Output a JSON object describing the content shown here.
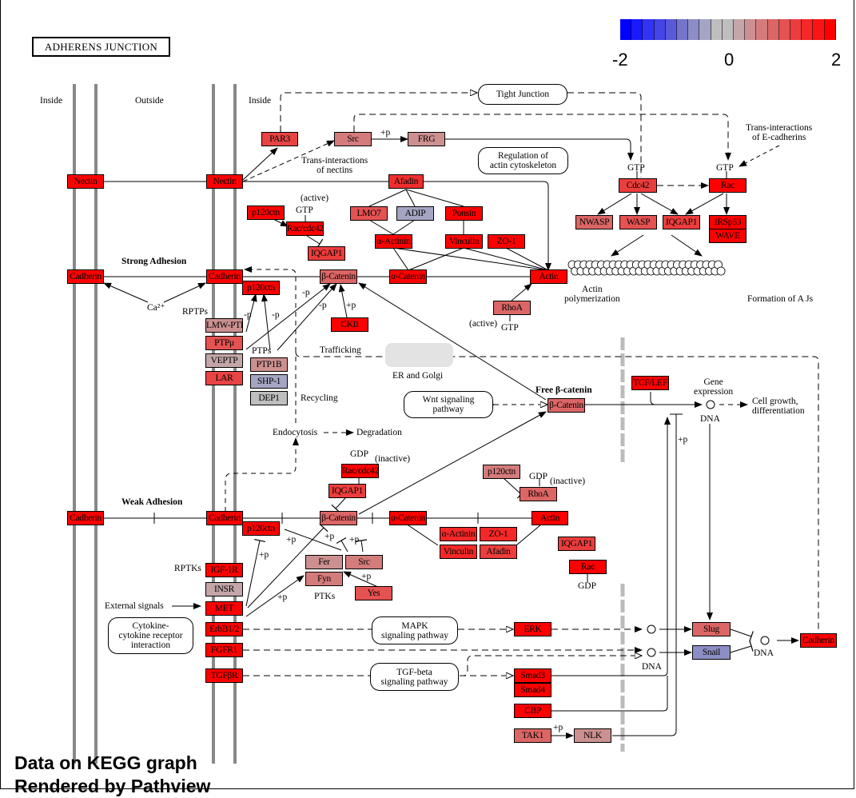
{
  "title": "ADHERENS JUNCTION",
  "footer": {
    "line1": "Data on KEGG graph",
    "line2": "Rendered by Pathview"
  },
  "legend": {
    "min_label": "-2",
    "mid_label": "0",
    "max_label": "2",
    "colors": [
      "#0000ff",
      "#1a1aff",
      "#3333f5",
      "#4444e8",
      "#5a5ad8",
      "#7575cc",
      "#8e8ec6",
      "#a5a5c3",
      "#bebebe",
      "#bebebe",
      "#c4a6a9",
      "#cc9090",
      "#d47b7b",
      "#dc6666",
      "#e45252",
      "#ec3d3d",
      "#f42828",
      "#fa1414",
      "#ff0000"
    ]
  },
  "regions": {
    "inside_left": "Inside",
    "outside": "Outside",
    "inside_right": "Inside",
    "strong_adhesion": "Strong Adhesion",
    "weak_adhesion": "Weak Adhesion",
    "free_beta_catenin": "Free β-catenin"
  },
  "pathways": {
    "tight_junction": "Tight Junction",
    "regulation_actin": "Regulation of\nactin cytoskeleton",
    "wnt": "Wnt signaling\npathway",
    "cytokine": "Cytokine-\ncytokine receptor\ninteraction",
    "mapk": "MAPK\nsignaling pathway",
    "tgf_beta": "TGF-beta\nsignaling pathway"
  },
  "labels": {
    "trans_nectins": "Trans-interactions\nof nectins",
    "trans_ecadherins": "Trans-interactions\nof E-cadherins",
    "active1": "(active)",
    "gtp1": "GTP",
    "gtp_cdc42": "GTP",
    "gtp_rac": "GTP",
    "ca2": "Ca²⁺",
    "rptps": "RPTPs",
    "ptps": "PTPs",
    "minus_p1": "-p",
    "minus_p2": "-p",
    "minus_p3": "-p",
    "minus_p4": "-p",
    "plus_p_ckii": "+p",
    "plus_p_src": "+p",
    "actin_poly": "Actin\npolymerization",
    "formation_ajs": "Formation of A Js",
    "active_rhoa": "(active)",
    "gtp_rhoa": "GTP",
    "trafficking": "Trafficking",
    "er_golgi": "ER and Golgi",
    "recycling": "Recycling",
    "endocytosis": "Endocytosis",
    "degradation": "Degradation",
    "gene_expression": "Gene\nexpression",
    "dna1": "DNA",
    "cell_growth": "Cell growth,\ndifferentiation",
    "gdp_raccdc42": "GDP",
    "inactive1": "(inactive)",
    "gdp_rhoa": "GDP",
    "inactive2": "(inactive)",
    "gdp_rac": "GDP",
    "rptks": "RPTKs",
    "ptks": "PTKs",
    "external_signals": "External signals",
    "plus_p_a": "+p",
    "plus_p_b": "+p",
    "plus_p_c": "+p",
    "plus_p_d": "+p",
    "plus_p_e": "+p",
    "plus_p_f": "+p",
    "plus_p_tak": "+p",
    "plus_p_dna": "+p",
    "dna2": "DNA",
    "dna3": "DNA"
  },
  "genes": [
    {
      "id": "nectin-left",
      "label": "Nectin",
      "color": "#ff0000"
    },
    {
      "id": "nectin-right",
      "label": "Nectin",
      "color": "#ff0000"
    },
    {
      "id": "par3",
      "label": "PAR3",
      "color": "#e84444"
    },
    {
      "id": "src-top",
      "label": "Src",
      "color": "#d47b7b"
    },
    {
      "id": "frg",
      "label": "FRG",
      "color": "#cc9090"
    },
    {
      "id": "afadin-top",
      "label": "Afadin",
      "color": "#ee2e2e"
    },
    {
      "id": "lmo7",
      "label": "LMO7",
      "color": "#e45252"
    },
    {
      "id": "adip",
      "label": "ADIP",
      "color": "#a5a5c3"
    },
    {
      "id": "ponsin",
      "label": "Ponsin",
      "color": "#ff0000"
    },
    {
      "id": "p120ctn-top",
      "label": "p120ctn",
      "color": "#ff0000"
    },
    {
      "id": "raccdc42-active",
      "label": "Rac/cdc42",
      "color": "#ff0000"
    },
    {
      "id": "iqgap1-top",
      "label": "IQGAP1",
      "color": "#ec3d3d"
    },
    {
      "id": "alpha-actinin-top",
      "label": "α-Actinin",
      "color": "#ff0000"
    },
    {
      "id": "vinculin-top",
      "label": "Vinculin",
      "color": "#ff0000"
    },
    {
      "id": "zo1-top",
      "label": "ZO-1",
      "color": "#ff0000"
    },
    {
      "id": "cdc42",
      "label": "Cdc42",
      "color": "#ec3d3d"
    },
    {
      "id": "rac-top",
      "label": "Rac",
      "color": "#ff0000"
    },
    {
      "id": "nwasp",
      "label": "NWASP",
      "color": "#dc6666"
    },
    {
      "id": "wasp",
      "label": "WASP",
      "color": "#e45252"
    },
    {
      "id": "iqgap1-right",
      "label": "IQGAP1",
      "color": "#ec3d3d"
    },
    {
      "id": "irsp53",
      "label": "IRSp53",
      "color": "#ff0000"
    },
    {
      "id": "wave",
      "label": "WAVE",
      "color": "#ff0000"
    },
    {
      "id": "cadherin-strong-left",
      "label": "Cadherin",
      "color": "#ff0000"
    },
    {
      "id": "cadherin-strong-right",
      "label": "Cadherin",
      "color": "#ff0000"
    },
    {
      "id": "p120ctn-strong",
      "label": "p120ctn",
      "color": "#ff0000"
    },
    {
      "id": "beta-catenin-strong",
      "label": "β-Catenin",
      "color": "#dc6666"
    },
    {
      "id": "alpha-catenin-strong",
      "label": "α-Catenin",
      "color": "#ff0000"
    },
    {
      "id": "actin-strong",
      "label": "Actin",
      "color": "#ff0000"
    },
    {
      "id": "ckii",
      "label": "CKII",
      "color": "#ff0000"
    },
    {
      "id": "rhoa-active",
      "label": "RhoA",
      "color": "#dc6666"
    },
    {
      "id": "lmw-ptp",
      "label": "LMW-PTP",
      "color": "#cc9090"
    },
    {
      "id": "ptp-mu",
      "label": "PTPμ",
      "color": "#e45252"
    },
    {
      "id": "veptp",
      "label": "VEPTP",
      "color": "#c4a6a9"
    },
    {
      "id": "lar",
      "label": "LAR",
      "color": "#e84444"
    },
    {
      "id": "ptp1b",
      "label": "PTP1B",
      "color": "#cc9090"
    },
    {
      "id": "shp1",
      "label": "SHP-1",
      "color": "#a5a5c3"
    },
    {
      "id": "dep1",
      "label": "DEP1",
      "color": "#bebebe"
    },
    {
      "id": "tcf-lef",
      "label": "TCF/LEF",
      "color": "#ff0000"
    },
    {
      "id": "beta-catenin-free",
      "label": "β-Catenin",
      "color": "#dc6666"
    },
    {
      "id": "raccdc42-inactive",
      "label": "Rac/cdc42",
      "color": "#ff0000"
    },
    {
      "id": "iqgap1-weak",
      "label": "IQGAP1",
      "color": "#ec3d3d"
    },
    {
      "id": "p120ctn-inactive",
      "label": "p120ctn",
      "color": "#d47b7b"
    },
    {
      "id": "rhoa-inactive",
      "label": "RhoA",
      "color": "#dc6666"
    },
    {
      "id": "cadherin-weak-left",
      "label": "Cadherin",
      "color": "#ff0000"
    },
    {
      "id": "cadherin-weak-right",
      "label": "Cadherin",
      "color": "#ff0000"
    },
    {
      "id": "p120ctn-weak",
      "label": "p120ctn",
      "color": "#ff0000"
    },
    {
      "id": "beta-catenin-weak",
      "label": "β-Catenin",
      "color": "#dc6666"
    },
    {
      "id": "alpha-catenin-weak",
      "label": "α-Catenin",
      "color": "#ff0000"
    },
    {
      "id": "alpha-actinin-weak",
      "label": "α-Actinin",
      "color": "#f42828"
    },
    {
      "id": "zo1-weak",
      "label": "ZO-1",
      "color": "#f42828"
    },
    {
      "id": "vinculin-weak",
      "label": "Vinculin",
      "color": "#f42828"
    },
    {
      "id": "afadin-weak",
      "label": "Afadin",
      "color": "#ec3d3d"
    },
    {
      "id": "actin-weak",
      "label": "Actin",
      "color": "#ff0000"
    },
    {
      "id": "iqgap1-lone",
      "label": "IQGAP1",
      "color": "#ec3d3d"
    },
    {
      "id": "rac-inactive",
      "label": "Rac",
      "color": "#ff0000"
    },
    {
      "id": "fer",
      "label": "Fer",
      "color": "#cc9090"
    },
    {
      "id": "src-weak",
      "label": "Src",
      "color": "#d47b7b"
    },
    {
      "id": "fyn",
      "label": "Fyn",
      "color": "#d47b7b"
    },
    {
      "id": "yes",
      "label": "Yes",
      "color": "#e45252"
    },
    {
      "id": "igf1r",
      "label": "IGF-1R",
      "color": "#ff0000"
    },
    {
      "id": "insr",
      "label": "INSR",
      "color": "#c4a6a9"
    },
    {
      "id": "met",
      "label": "MET",
      "color": "#ff0000"
    },
    {
      "id": "erbb12",
      "label": "ErbB1/2",
      "color": "#ff0000"
    },
    {
      "id": "fgfr1",
      "label": "FGFR1",
      "color": "#ff0000"
    },
    {
      "id": "tgfbr",
      "label": "TGFβR",
      "color": "#ff0000"
    },
    {
      "id": "erk",
      "label": "ERK",
      "color": "#ff0000"
    },
    {
      "id": "smad3",
      "label": "Smad3",
      "color": "#ff0000"
    },
    {
      "id": "smad4",
      "label": "Smad4",
      "color": "#ff0000"
    },
    {
      "id": "cbp",
      "label": "CBP",
      "color": "#ff0000"
    },
    {
      "id": "tak1",
      "label": "TAK1",
      "color": "#dc6666"
    },
    {
      "id": "nlk",
      "label": "NLK",
      "color": "#cc9090"
    },
    {
      "id": "slug",
      "label": "Slug",
      "color": "#dc6666"
    },
    {
      "id": "snail",
      "label": "Snail",
      "color": "#8e8ec6"
    },
    {
      "id": "cadherin-target",
      "label": "Cadherin",
      "color": "#ff0000"
    }
  ]
}
